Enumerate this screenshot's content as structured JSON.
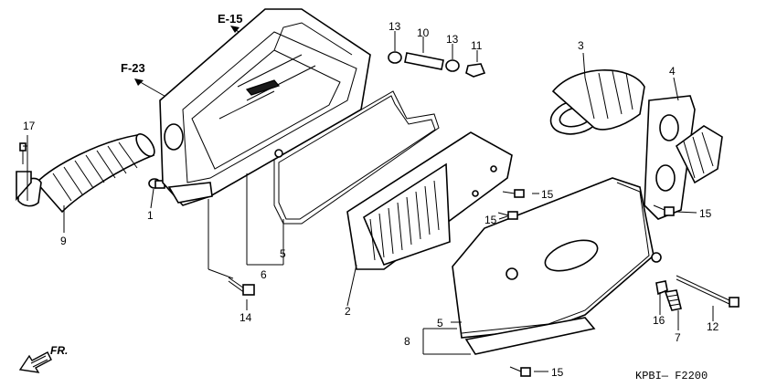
{
  "refs": {
    "e15": "E-15",
    "f23": "F-23"
  },
  "direction": {
    "label": "FR."
  },
  "callouts": {
    "p1": "1",
    "p2": "2",
    "p3": "3",
    "p4": "4",
    "p5a": "5",
    "p5b": "5",
    "p6": "6",
    "p7": "7",
    "p8": "8",
    "p9": "9",
    "p10": "10",
    "p11": "11",
    "p12": "12",
    "p13a": "13",
    "p13b": "13",
    "p14": "14",
    "p15a": "15",
    "p15b": "15",
    "p15c": "15",
    "p15d": "15",
    "p16": "16",
    "p17": "17"
  },
  "diagram_code": "KPBI— F2200"
}
